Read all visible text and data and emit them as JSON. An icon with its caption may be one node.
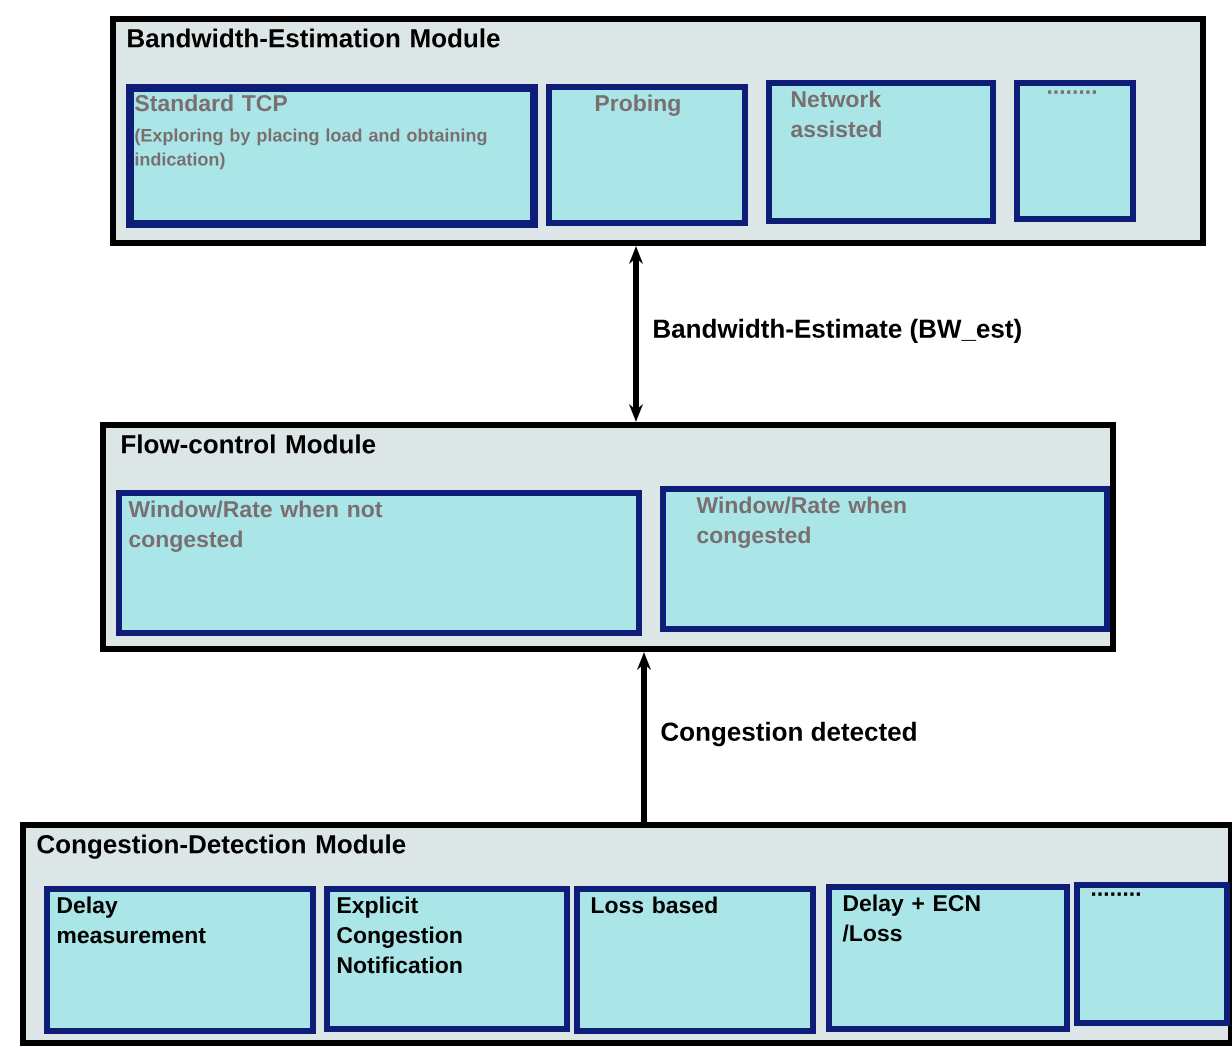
{
  "diagram": {
    "nodes": [
      {
        "text": [
          "Bandwidth-Estimation Module"
        ]
      },
      {
        "text": [
          "Standard TCP",
          "(Exploring by placing load and obtaining indication)"
        ],
        "in": 0
      },
      {
        "text": [
          "Probing"
        ],
        "in": 0
      },
      {
        "text": [
          "Network assisted"
        ],
        "in": 0
      },
      {
        "text": [
          "........"
        ],
        "in": 0
      },
      {
        "text": [
          "Flow-control Module"
        ]
      },
      {
        "text": [
          "Window/Rate when not congested"
        ],
        "in": 5
      },
      {
        "text": [
          "Window/Rate when congested"
        ],
        "in": 5
      },
      {
        "text": [
          "Congestion-Detection Module"
        ]
      },
      {
        "text": [
          "Delay measurement"
        ],
        "in": 8
      },
      {
        "text": [
          "Explicit Congestion Notification"
        ],
        "in": 8
      },
      {
        "text": [
          "Loss based"
        ],
        "in": 8
      },
      {
        "text": [
          "Delay + ECN /Loss"
        ],
        "in": 8
      },
      {
        "text": [
          "........"
        ],
        "in": 8
      }
    ],
    "edges": [
      {
        "from": 0,
        "to": 5,
        "arrow": "both",
        "label": "Bandwidth-Estimate (BW_est)"
      },
      {
        "from": 8,
        "to": 5,
        "arrow": "to",
        "label": "Congestion detected"
      }
    ]
  }
}
